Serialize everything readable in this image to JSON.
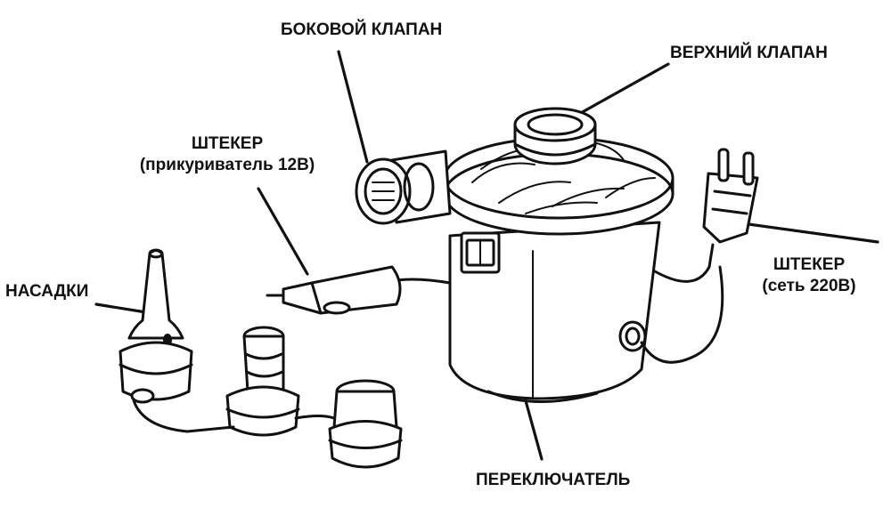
{
  "labels": {
    "side_valve": "БОКОВОЙ КЛАПАН",
    "top_valve": "ВЕРХНИЙ КЛАПАН",
    "plug_12v_title": "ШТЕКЕР",
    "plug_12v_note": "(прикуриватель 12В)",
    "nozzles": "НАСАДКИ",
    "plug_220v_title": "ШТЕКЕР",
    "plug_220v_note": "(сеть 220В)",
    "switch": "ПЕРЕКЛЮЧАТЕЛЬ"
  },
  "colors": {
    "ink": "#111111",
    "background": "#ffffff"
  }
}
